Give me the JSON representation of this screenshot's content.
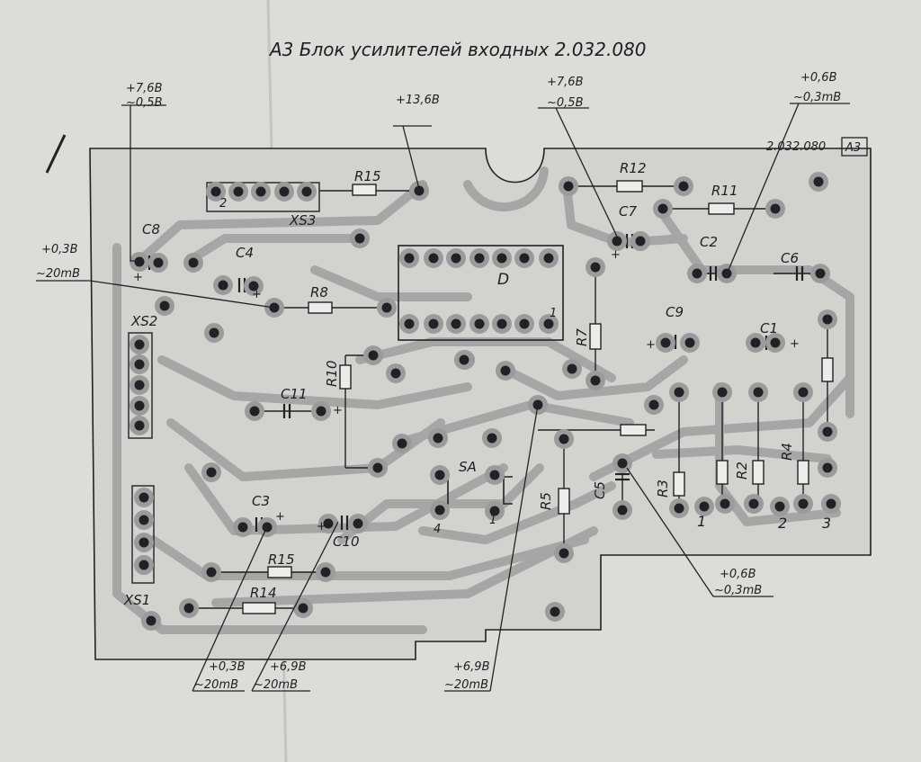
{
  "title": "А3 Блок усилителей входных   2.032.080",
  "board_code": "2.032.080",
  "board_tag": "А3",
  "components": {
    "xs3": "XS3",
    "xs2": "XS2",
    "xs1": "XS1",
    "d": "D",
    "sa": "SA",
    "r15a": "R15",
    "r12": "R12",
    "r11": "R11",
    "r8": "R8",
    "r10": "R10",
    "r7": "R7",
    "r5": "R5",
    "r3": "R3",
    "r2": "R2",
    "r4": "R4",
    "r15b": "R15",
    "r14": "R14",
    "c8": "C8",
    "c4": "C4",
    "c7": "C7",
    "c2": "C2",
    "c6": "C6",
    "c9": "C9",
    "c1": "C1",
    "c11": "C11",
    "c3": "C3",
    "c10": "C10",
    "c5": "C5"
  },
  "pin_labels": {
    "xs3_pin": "2",
    "d_pin": "1",
    "sa_4": "4",
    "sa_1": "1",
    "out_1": "1",
    "out_2": "2",
    "out_3": "3"
  },
  "callouts": [
    {
      "line1": "+7,6В",
      "line2": "~0,5В"
    },
    {
      "line1": "+13,6В",
      "line2": ""
    },
    {
      "line1": "+7,6В",
      "line2": "~0,5В"
    },
    {
      "line1": "+0,6В",
      "line2": "~0,3mВ"
    },
    {
      "line1": "+0,3В",
      "line2": "~20mВ"
    },
    {
      "line1": "+0,6В",
      "line2": "~0,3mВ"
    },
    {
      "line1": "+6,9В",
      "line2": "~20mВ"
    },
    {
      "line1": "+0,3В",
      "line2": "~20mВ"
    },
    {
      "line1": "+6,9В",
      "line2": "~20mВ"
    }
  ],
  "colors": {
    "paper": "#dcdcd8",
    "track": "#a6a6a6",
    "ink": "#222226"
  }
}
